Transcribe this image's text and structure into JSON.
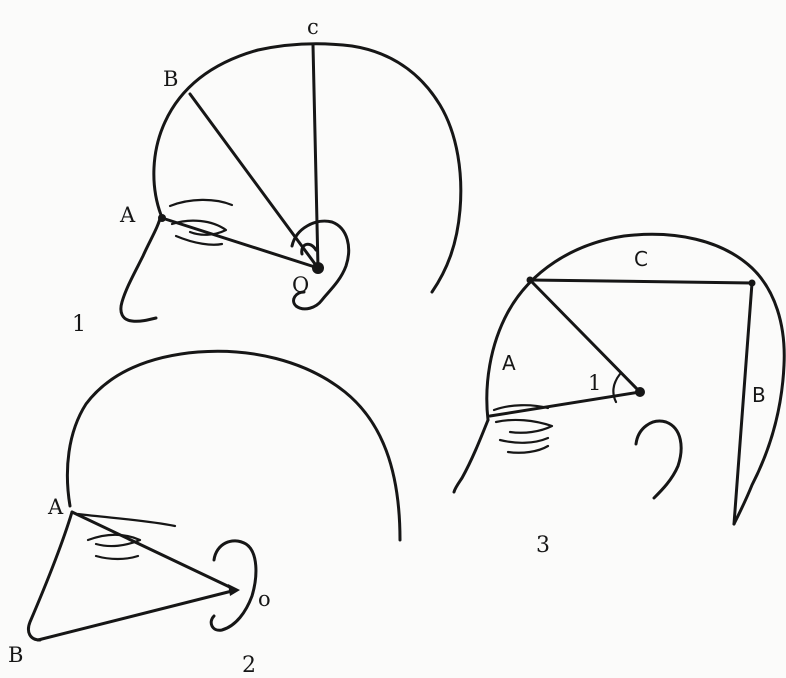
{
  "figures": [
    {
      "number": "1",
      "points": {
        "A": "A",
        "B": "B",
        "C": "c",
        "O": "O"
      }
    },
    {
      "number": "2",
      "points": {
        "A": "A",
        "B": "B",
        "O": "o"
      }
    },
    {
      "number": "3",
      "points": {
        "A": "A",
        "B": "B",
        "C": "C"
      },
      "angle_label": "1"
    }
  ]
}
